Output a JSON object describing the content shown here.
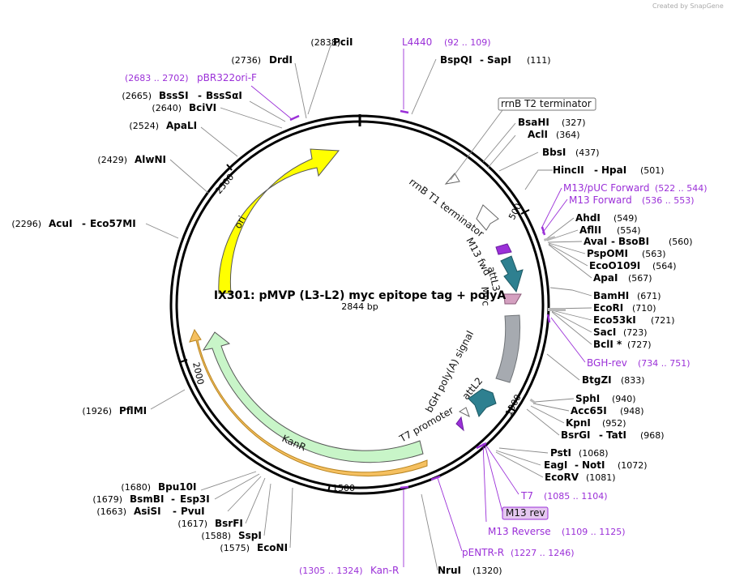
{
  "credit": "Created by SnapGene",
  "plasmid": {
    "name": "IX301: pMVP (L3-L2) myc epitope tag + polyA",
    "length": "2844 bp"
  },
  "ticks": [
    "500",
    "1000",
    "1500",
    "2000",
    "2500"
  ],
  "features": {
    "ori": "ori",
    "kanr": "KanR",
    "rrnb_t2": "rrnB T2 terminator",
    "rrnb_t1": "rrnB T1 terminator",
    "m13_fwd": "M13 fwd",
    "attl3": "attL3",
    "myc": "Myc",
    "bgh": "bGH poly(A) signal",
    "attl2": "attL2",
    "t7_promoter": "T7 promoter"
  },
  "right_labels": [
    {
      "name": "PciI",
      "pos": "(2838)"
    },
    {
      "name": "BspQI",
      "sep": "-",
      "name2": "SapI",
      "pos": "(111)"
    },
    {
      "name": "BsaHI",
      "pos": "(327)"
    },
    {
      "name": "AclI",
      "pos": "(364)"
    },
    {
      "name": "BbsI",
      "pos": "(437)"
    },
    {
      "name": "HincII",
      "sep": "-",
      "name2": "HpaI",
      "pos": "(501)"
    },
    {
      "name": "AhdI",
      "pos": "(549)"
    },
    {
      "name": "AflII",
      "pos": "(554)"
    },
    {
      "name": "AvaI",
      "sep": "-",
      "name2": "BsoBI",
      "pos": "(560)"
    },
    {
      "name": "PspOMI",
      "pos": "(563)"
    },
    {
      "name": "EcoO109I",
      "pos": "(564)"
    },
    {
      "name": "ApaI",
      "pos": "(567)"
    },
    {
      "name": "BamHI",
      "pos": "(671)"
    },
    {
      "name": "EcoRI",
      "pos": "(710)"
    },
    {
      "name": "Eco53kI",
      "pos": "(721)"
    },
    {
      "name": "SacI",
      "pos": "(723)"
    },
    {
      "name": "BclI *",
      "pos": "(727)"
    },
    {
      "name": "BtgZI",
      "pos": "(833)"
    },
    {
      "name": "SphI",
      "pos": "(940)"
    },
    {
      "name": "Acc65I",
      "pos": "(948)"
    },
    {
      "name": "KpnI",
      "pos": "(952)"
    },
    {
      "name": "BsrGI",
      "sep": "-",
      "name2": "TatI",
      "pos": "(968)"
    },
    {
      "name": "PstI",
      "pos": "(1068)"
    },
    {
      "name": "EagI",
      "sep": "-",
      "name2": "NotI",
      "pos": "(1072)"
    },
    {
      "name": "EcoRV",
      "pos": "(1081)"
    },
    {
      "name": "NruI",
      "pos": "(1320)"
    }
  ],
  "left_labels": [
    {
      "name": "DrdI",
      "pos": "(2736)"
    },
    {
      "name": "BssSI",
      "sep": "-",
      "name2": "BssSαI",
      "pos": "(2665)"
    },
    {
      "name": "BciVI",
      "pos": "(2640)"
    },
    {
      "name": "ApaLI",
      "pos": "(2524)"
    },
    {
      "name": "AlwNI",
      "pos": "(2429)"
    },
    {
      "name": "AcuI",
      "sep": "-",
      "name2": "Eco57MI",
      "pos": "(2296)"
    },
    {
      "name": "PflMI",
      "pos": "(1926)"
    },
    {
      "name": "Bpu10I",
      "pos": "(1680)"
    },
    {
      "name": "BsmBI",
      "sep": "-",
      "name2": "Esp3I",
      "pos": "(1679)"
    },
    {
      "name": "AsiSI",
      "sep": "-",
      "name2": "PvuI",
      "pos": "(1663)"
    },
    {
      "name": "BsrFI",
      "pos": "(1617)"
    },
    {
      "name": "SspI",
      "pos": "(1588)"
    },
    {
      "name": "EcoNI",
      "pos": "(1575)"
    }
  ],
  "primers": [
    {
      "name": "L4440",
      "pos": "(92 .. 109)"
    },
    {
      "name": "pBR322ori-F",
      "pos": "(2683 .. 2702)"
    },
    {
      "name": "M13/pUC Forward",
      "pos": "(522 .. 544)"
    },
    {
      "name": "M13 Forward",
      "pos": "(536 .. 553)"
    },
    {
      "name": "BGH-rev",
      "pos": "(734 .. 751)"
    },
    {
      "name": "T7",
      "pos": "(1085 .. 1104)"
    },
    {
      "name": "M13 rev",
      "pos": ""
    },
    {
      "name": "M13 Reverse",
      "pos": "(1109 .. 1125)"
    },
    {
      "name": "pENTR-R",
      "pos": "(1227 .. 1246)"
    },
    {
      "name": "Kan-R",
      "pos": "(1305 .. 1324)"
    }
  ],
  "colors": {
    "ori": "#ffff00",
    "kanr": "#c8f5c8",
    "kanr_highlight": "#f5c060",
    "attl": "#2e8090",
    "myc": "#d4a0c0",
    "bgh": "#a6aab0",
    "primer": "#9b30d8",
    "m13_fwd": "#9b30d8",
    "terminator": "#ffffff"
  }
}
